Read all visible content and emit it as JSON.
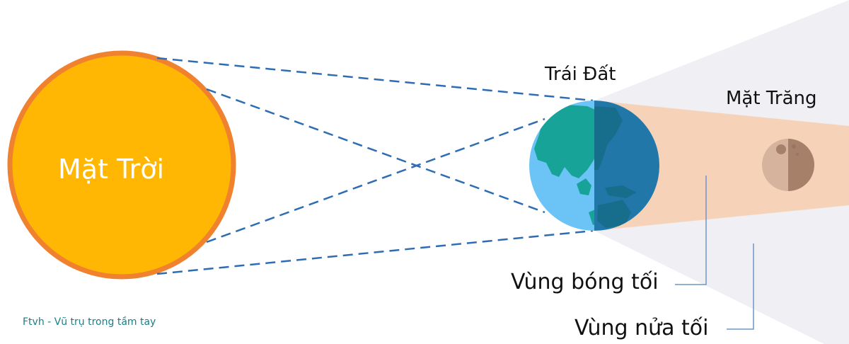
{
  "diagram": {
    "type": "lunar-eclipse",
    "labels": {
      "sun": "Mặt Trời",
      "earth": "Trái Đất",
      "moon": "Mặt Trăng",
      "umbra": "Vùng bóng tối",
      "penumbra": "Vùng nửa tối"
    },
    "credit": "Ftvh - Vũ trụ trong tầm tay",
    "colors": {
      "sun_fill": "#FFB703",
      "sun_stroke": "#F0812E",
      "earth_light_ocean": "#6CC4F6",
      "earth_light_land": "#17A398",
      "earth_dark_ocean": "#2178A8",
      "earth_dark_land": "#176E8C",
      "umbra": "#F6D2B9",
      "penumbra": "#F0EFF3",
      "moon_light": "#D5B39C",
      "moon_dark": "#A78069",
      "light_rays": "#2E6DB4",
      "leader_lines": "#6F95C9",
      "credit_text": "#1A7F86"
    }
  }
}
